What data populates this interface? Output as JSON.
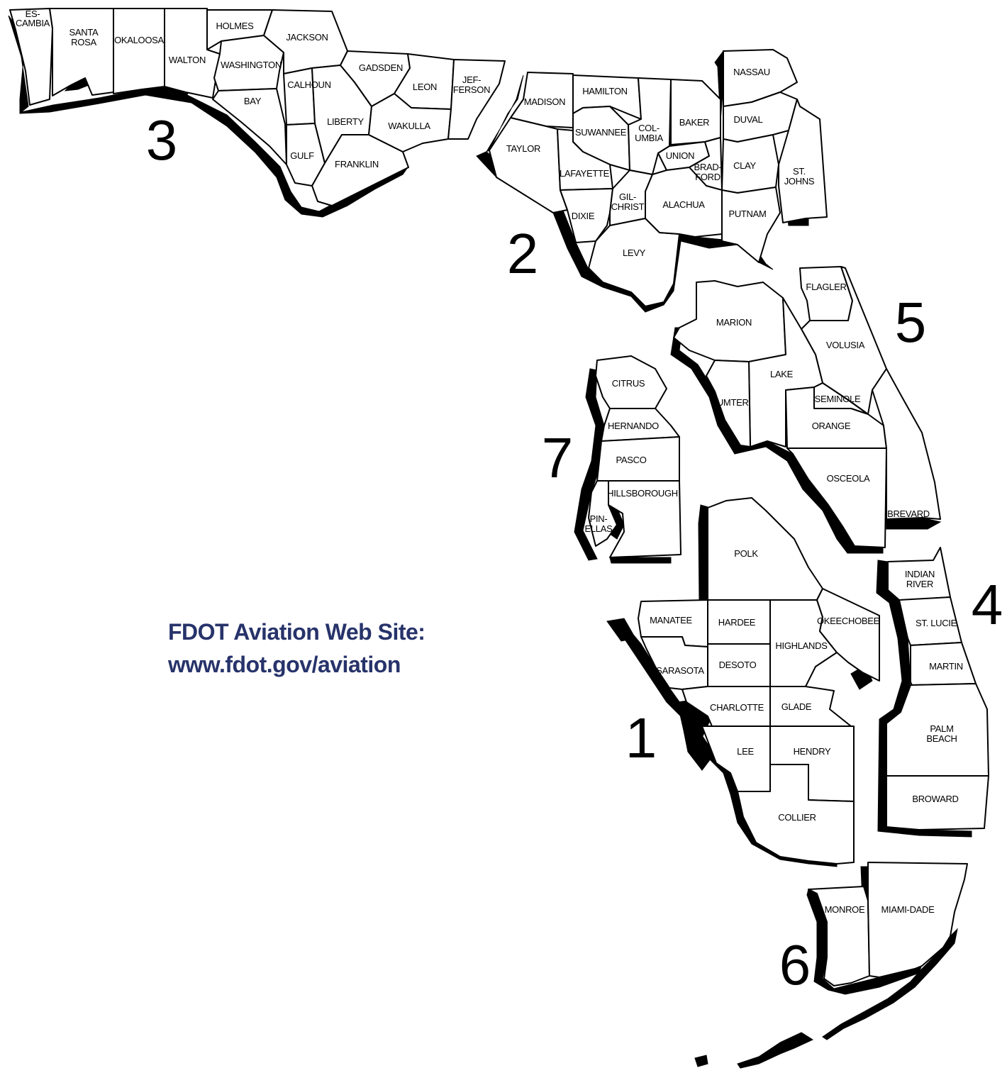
{
  "site": {
    "title": "FDOT Aviation Web Site:",
    "url": "www.fdot.gov/aviation",
    "color": "#27336a"
  },
  "districts": [
    "1",
    "2",
    "3",
    "4",
    "5",
    "6",
    "7"
  ],
  "counties": {
    "escambia": [
      "ES-",
      "CAMBIA"
    ],
    "santa_rosa": [
      "SANTA",
      "ROSA"
    ],
    "okaloosa": [
      "OKALOOSA"
    ],
    "walton": [
      "WALTON"
    ],
    "holmes": [
      "HOLMES"
    ],
    "washington": [
      "WASHINGTON"
    ],
    "bay": [
      "BAY"
    ],
    "jackson": [
      "JACKSON"
    ],
    "calhoun": [
      "CALHOUN"
    ],
    "gulf": [
      "GULF"
    ],
    "gadsden": [
      "GADSDEN"
    ],
    "liberty": [
      "LIBERTY"
    ],
    "franklin": [
      "FRANKLIN"
    ],
    "leon": [
      "LEON"
    ],
    "wakulla": [
      "WAKULLA"
    ],
    "jefferson": [
      "JEF-",
      "FERSON"
    ],
    "madison": [
      "MADISON"
    ],
    "hamilton": [
      "HAMILTON"
    ],
    "taylor": [
      "TAYLOR"
    ],
    "suwannee": [
      "SUWANNEE"
    ],
    "columbia": [
      "COL-",
      "UMBIA"
    ],
    "lafayette": [
      "LAFAYETTE"
    ],
    "dixie": [
      "DIXIE"
    ],
    "gilchrist": [
      "GIL-",
      "CHRIST"
    ],
    "levy": [
      "LEVY"
    ],
    "nassau": [
      "NASSAU"
    ],
    "baker": [
      "BAKER"
    ],
    "duval": [
      "DUVAL"
    ],
    "union": [
      "UNION"
    ],
    "bradford": [
      "BRAD-",
      "FORD"
    ],
    "clay": [
      "CLAY"
    ],
    "st_johns": [
      "ST.",
      "JOHNS"
    ],
    "alachua": [
      "ALACHUA"
    ],
    "putnam": [
      "PUTNAM"
    ],
    "flagler": [
      "FLAGLER"
    ],
    "marion": [
      "MARION"
    ],
    "volusia": [
      "VOLUSIA"
    ],
    "lake": [
      "LAKE"
    ],
    "sumter": [
      "SUMTER"
    ],
    "seminole": [
      "SEMINOLE"
    ],
    "orange": [
      "ORANGE"
    ],
    "osceola": [
      "OSCEOLA"
    ],
    "brevard": [
      "BREVARD"
    ],
    "citrus": [
      "CITRUS"
    ],
    "hernando": [
      "HERNANDO"
    ],
    "pasco": [
      "PASCO"
    ],
    "hillsborough": [
      "HILLSBOROUGH"
    ],
    "pinellas": [
      "PIN-",
      "ELLAS"
    ],
    "polk": [
      "POLK"
    ],
    "indian_river": [
      "INDIAN",
      "RIVER"
    ],
    "st_lucie": [
      "ST. LUCIE"
    ],
    "manatee": [
      "MANATEE"
    ],
    "hardee": [
      "HARDEE"
    ],
    "okeechobee": [
      "OKEECHOBEE"
    ],
    "highlands": [
      "HIGHLANDS"
    ],
    "sarasota": [
      "SARASOTA"
    ],
    "desoto": [
      "DESOTO"
    ],
    "martin": [
      "MARTIN"
    ],
    "charlotte": [
      "CHARLOTTE"
    ],
    "glade": [
      "GLADE"
    ],
    "palm_beach": [
      "PALM",
      "BEACH"
    ],
    "lee": [
      "LEE"
    ],
    "hendry": [
      "HENDRY"
    ],
    "broward": [
      "BROWARD"
    ],
    "collier": [
      "COLLIER"
    ],
    "monroe": [
      "MONROE"
    ],
    "miami_dade": [
      "MIAMI-DADE"
    ]
  }
}
